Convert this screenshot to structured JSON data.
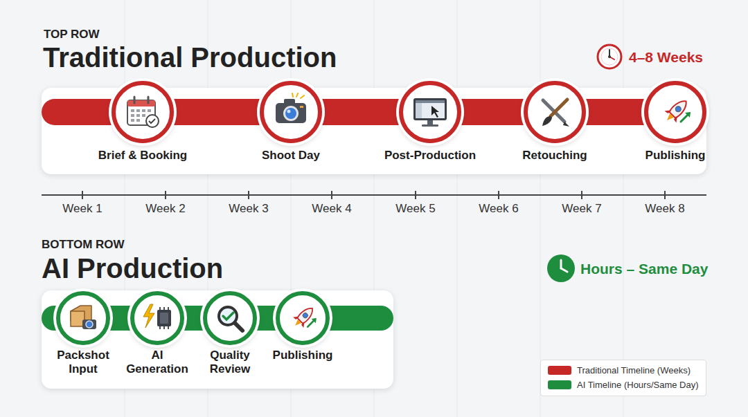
{
  "diagram": {
    "nodes": [
      {
        "text": [
          "Brief & Booking"
        ]
      },
      {
        "text": [
          "Shoot Day"
        ]
      },
      {
        "text": [
          "Post-Production"
        ]
      },
      {
        "text": [
          "Retouching"
        ]
      },
      {
        "text": [
          "Publishing"
        ]
      },
      {
        "text": [
          "Packshot Input"
        ]
      },
      {
        "text": [
          "AI Generation"
        ]
      },
      {
        "text": [
          "Quality Review"
        ]
      },
      {
        "text": [
          "Publishing"
        ]
      }
    ],
    "edges": [
      {
        "from": 0,
        "to": 1,
        "arrow": "none"
      },
      {
        "from": 1,
        "to": 2,
        "arrow": "none"
      },
      {
        "from": 2,
        "to": 3,
        "arrow": "none"
      },
      {
        "from": 3,
        "to": 4,
        "arrow": "none"
      },
      {
        "from": 5,
        "to": 6,
        "arrow": "none"
      },
      {
        "from": 6,
        "to": 7,
        "arrow": "none"
      },
      {
        "from": 7,
        "to": 8,
        "arrow": "none"
      }
    ],
    "labels": [
      "TOP ROW",
      "Traditional Production",
      "4–8 Weeks",
      "Week 1",
      "Week 2",
      "Week 3",
      "Week 4",
      "Week 5",
      "Week 6",
      "Week 7",
      "Week 8",
      "BOTTOM ROW",
      "AI Production",
      "Hours – Same Day"
    ],
    "legend": [
      {
        "text": "Traditional Timeline (Weeks)",
        "color": "#c62828"
      },
      {
        "text": "AI Timeline (Hours/Same Day)",
        "color": "#1e8e3e"
      }
    ]
  }
}
